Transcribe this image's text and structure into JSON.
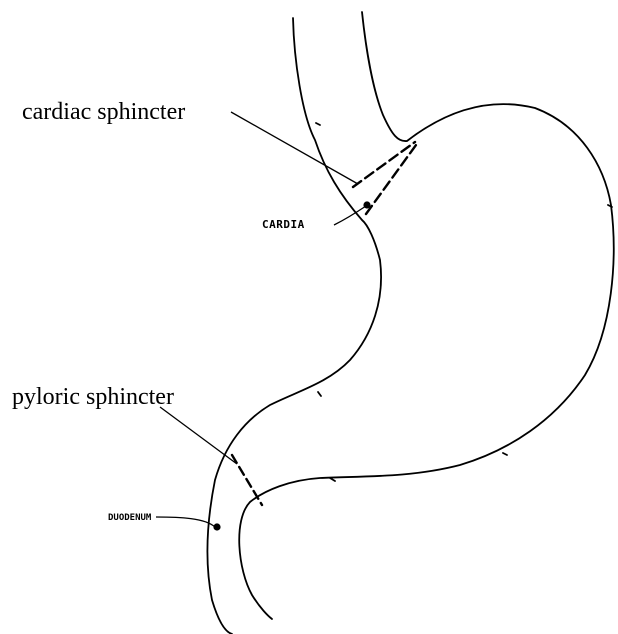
{
  "labels": {
    "cardiac_sphincter": "cardiac sphincter",
    "pyloric_sphincter": "pyloric sphincter",
    "cardia": "CARDIA",
    "duodenum": "DUODENUM"
  },
  "colors": {
    "ink": "#000000",
    "background": "#ffffff"
  }
}
